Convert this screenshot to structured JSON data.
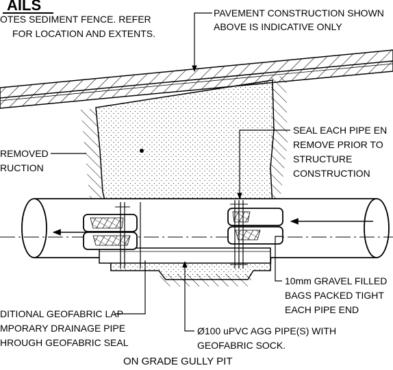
{
  "drawing": {
    "title_fragment": "AILS",
    "note_top_left": [
      "OTES SEDIMENT FENCE. REFER",
      "FOR LOCATION AND EXTENTS."
    ],
    "note_pavement": [
      "PAVEMENT CONSTRUCTION SHOWN",
      "ABOVE IS INDICATIVE ONLY"
    ],
    "note_seal": [
      "SEAL EACH PIPE EN",
      "REMOVE PRIOR TO",
      "STRUCTURE",
      "CONSTRUCTION"
    ],
    "note_removed": [
      "REMOVED",
      "RUCTION"
    ],
    "note_gravel": [
      "10mm GRAVEL FILLED",
      "BAGS PACKED TIGHT",
      "EACH PIPE END"
    ],
    "note_geofabric_lap": [
      "DITIONAL GEOFABRIC LAP",
      "MPORARY DRAINAGE PIPE",
      "HROUGH GEOFABRIC SEAL"
    ],
    "note_agg_pipe": [
      "Ø100 uPVC AGG PIPE(S) WITH",
      "GEOFABRIC SOCK."
    ],
    "caption": "ON GRADE GULLY PIT"
  }
}
